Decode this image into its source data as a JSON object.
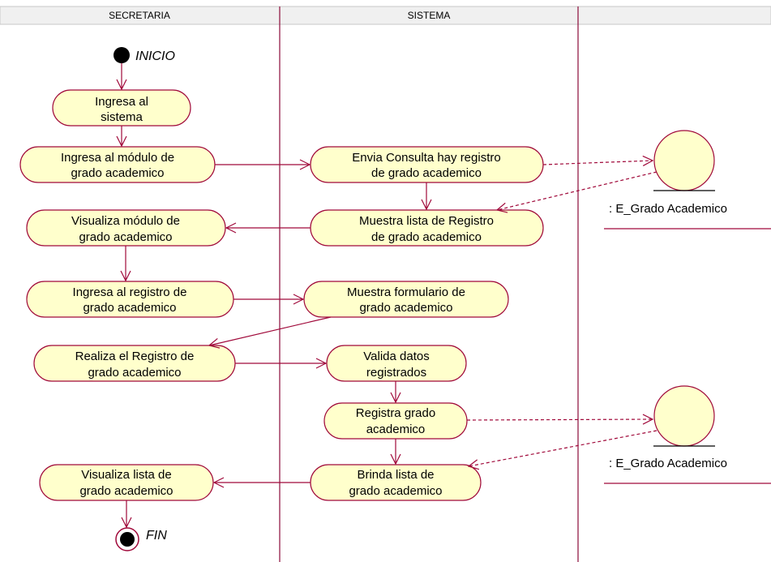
{
  "colors": {
    "activity_fill": "#ffffcc",
    "activity_stroke": "#a0093a",
    "line": "#a0093a",
    "header_fill": "#f0f0f0"
  },
  "lanes": {
    "secretaria": "SECRETARIA",
    "sistema": "SISTEMA",
    "third": ""
  },
  "start_label": "INICIO",
  "end_label": "FIN",
  "activities": {
    "a1": [
      "Ingresa al",
      "sistema"
    ],
    "a2": [
      "Ingresa al módulo  de",
      "grado academico"
    ],
    "a3": [
      "Envia Consulta hay registro",
      "de grado academico"
    ],
    "a4": [
      "Muestra lista de Registro",
      "de grado academico"
    ],
    "a5": [
      "Visualiza módulo de",
      "grado academico"
    ],
    "a6": [
      "Ingresa al registro de",
      "grado academico"
    ],
    "a7": [
      "Muestra formulario de",
      "grado academico"
    ],
    "a8": [
      "Realiza el Registro de",
      "grado academico"
    ],
    "a9": [
      "Valida datos",
      "registrados"
    ],
    "a10": [
      "Registra grado",
      "academico"
    ],
    "a11": [
      "Visualiza lista de",
      "grado academico"
    ],
    "a12": [
      "Brinda lista de",
      "grado academico"
    ]
  },
  "entities": {
    "e1": ": E_Grado Academico",
    "e2": ": E_Grado Academico"
  }
}
